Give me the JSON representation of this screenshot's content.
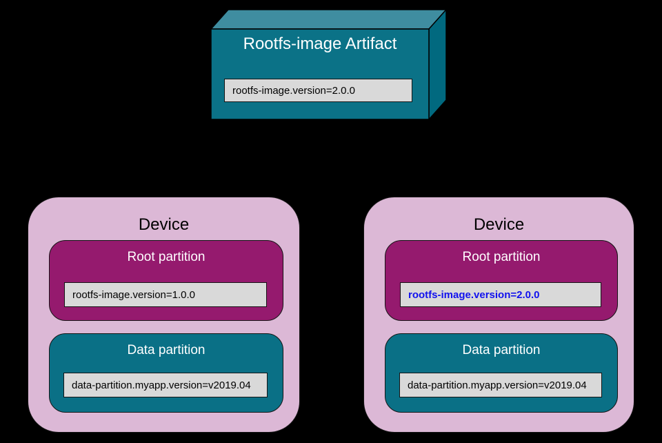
{
  "background_color": "#000000",
  "colors": {
    "artifact_front": "#0b7287",
    "artifact_top": "#3f8da0",
    "artifact_side": "#01697f",
    "device_fill": "#dcb8d6",
    "root_partition_fill": "#951a6e",
    "data_partition_fill": "#0a7086",
    "label_fill": "#d9d9d9",
    "outline": "#141414",
    "title_text_light": "#ffffff",
    "title_text_dark": "#000000",
    "label_text": "#000000",
    "highlight_text": "#1111ee"
  },
  "artifact": {
    "title": "Rootfs-image Artifact",
    "version_label": "rootfs-image.version=2.0.0"
  },
  "devices": [
    {
      "title": "Device",
      "root_partition": {
        "title": "Root partition",
        "version_label": "rootfs-image.version=1.0.0",
        "highlighted": false
      },
      "data_partition": {
        "title": "Data partition",
        "version_label": "data-partition.myapp.version=v2019.04"
      }
    },
    {
      "title": "Device",
      "root_partition": {
        "title": "Root partition",
        "version_label": "rootfs-image.version=2.0.0",
        "highlighted": true
      },
      "data_partition": {
        "title": "Data partition",
        "version_label": "data-partition.myapp.version=v2019.04"
      }
    }
  ]
}
